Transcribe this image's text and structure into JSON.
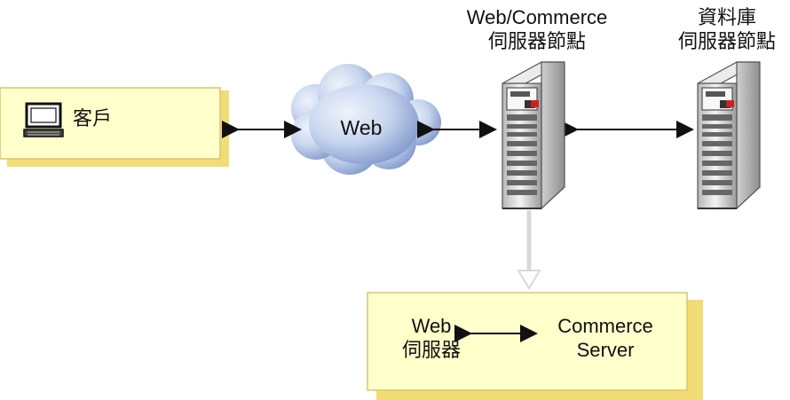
{
  "nodes": {
    "client": {
      "label": "客戶"
    },
    "cloud": {
      "label": "Web"
    },
    "web_commerce_node": {
      "label_line1": "Web/Commerce",
      "label_line2": "伺服器節點"
    },
    "database_node": {
      "label_line1": "資料庫",
      "label_line2": "伺服器節點"
    },
    "web_server": {
      "label_line1": "Web",
      "label_line2": "伺服器"
    },
    "commerce_server": {
      "label_line1": "Commerce",
      "label_line2": "Server"
    }
  },
  "colors": {
    "box_fill": "#ffffcc",
    "box_shadow": "#f2dc75",
    "box_border": "#d8c56c",
    "cloud_light": "#dbe4f4",
    "cloud_dark": "#7d94c9",
    "arrow": "#111111",
    "expand_arrow": "#d9d9d9",
    "server_body": "#d9d9d9",
    "server_dark": "#333333"
  }
}
